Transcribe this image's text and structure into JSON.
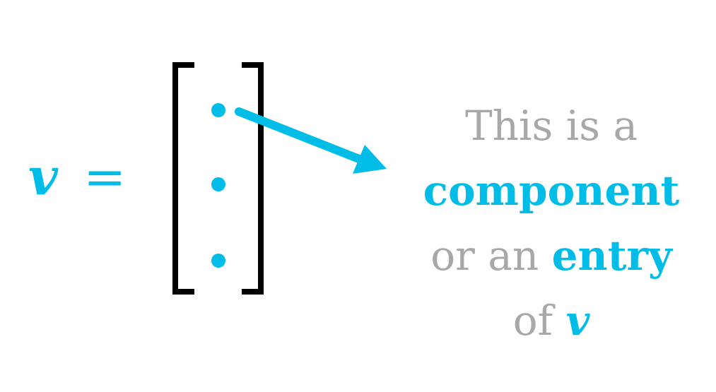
{
  "equation": {
    "vector_symbol": "v",
    "equals": "="
  },
  "caption": {
    "line1": "This is a",
    "line2_highlight": "component",
    "line3_prefix": "or an",
    "line3_highlight": "entry",
    "line4_prefix": "of",
    "line4_vector": "v"
  },
  "colors": {
    "accent": "#00bde8",
    "muted_text": "#a8a8a8",
    "bracket": "#000000",
    "background": "#ffffff"
  },
  "icons": {
    "entry_markers": [
      "dot-icon",
      "dot-icon",
      "dot-icon"
    ],
    "pointer": "arrow-icon"
  }
}
